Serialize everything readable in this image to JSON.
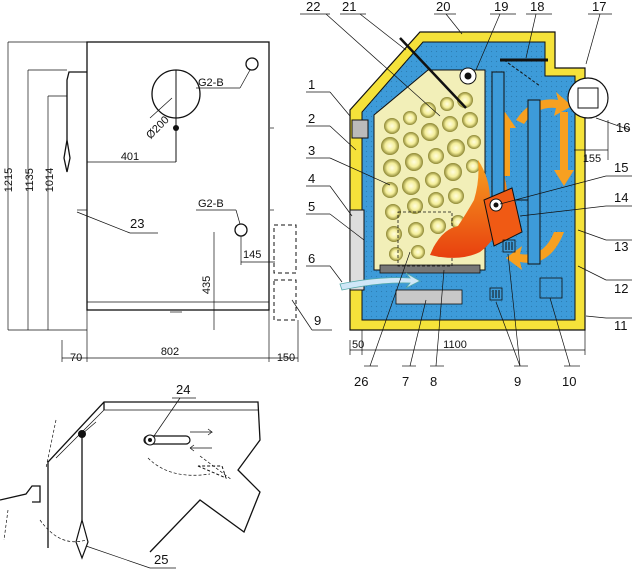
{
  "front_view": {
    "height_dims": [
      "1215",
      "1135",
      "1014"
    ],
    "width_dims": [
      "70",
      "802",
      "150"
    ],
    "flue_diameter": "Ø200",
    "flue_offset": "401",
    "pipe_top_label": "G2-B",
    "pipe_bottom_label": "G2-B",
    "pipe_bottom_height": "435",
    "pipe_bottom_offset": "145",
    "lever_callout": "23",
    "side_box_callout": "9"
  },
  "section_view": {
    "depth_dim": "1100",
    "front_dim": "50",
    "flue_dim": "155",
    "callouts_top": [
      "22",
      "21",
      "20",
      "19",
      "18",
      "17"
    ],
    "callouts_left": [
      "1",
      "2",
      "3",
      "4",
      "5",
      "6"
    ],
    "callouts_right": [
      "16",
      "15",
      "14",
      "13",
      "12",
      "11"
    ],
    "callouts_bottom": [
      "26",
      "7",
      "8",
      "9",
      "10"
    ]
  },
  "detail_view": {
    "callout_lever": "24",
    "callout_handle": "25"
  },
  "colors": {
    "insulation": "#f5e23a",
    "water_jacket": "#3d9bd9",
    "fuel": "#f2efb8",
    "flame": "#f05a14",
    "flame_light": "#f7a020",
    "ash": "#c8c8c8"
  }
}
